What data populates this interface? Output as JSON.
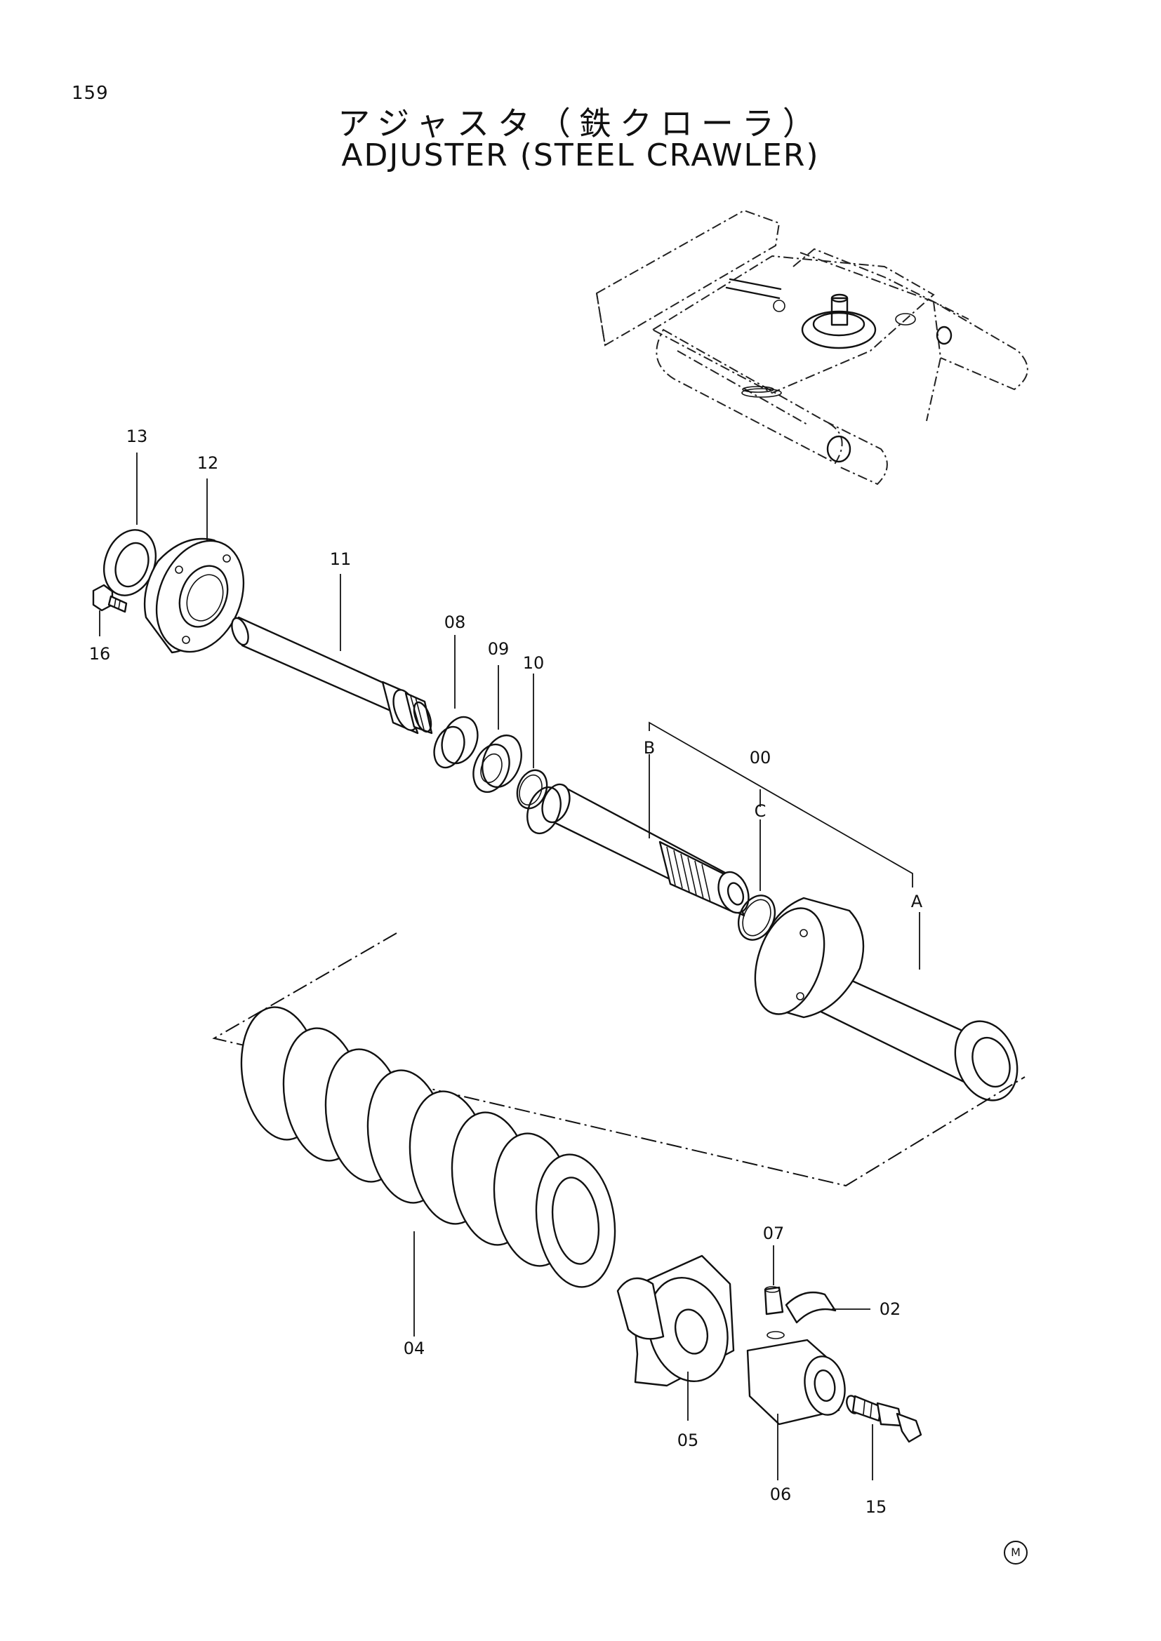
{
  "page_number": "159",
  "title_ja": "アジャスタ（鉄クローラ）",
  "title_en": "ADJUSTER (STEEL CRAWLER)",
  "callouts": {
    "p13": "13",
    "p12": "12",
    "p16": "16",
    "p11": "11",
    "p08": "08",
    "p09": "09",
    "p10": "10",
    "pB": "B",
    "p00": "00",
    "pC": "C",
    "pA": "A",
    "p07": "07",
    "p02": "02",
    "p04": "04",
    "p05": "05",
    "p06": "06",
    "p15": "15"
  },
  "mark": "M"
}
